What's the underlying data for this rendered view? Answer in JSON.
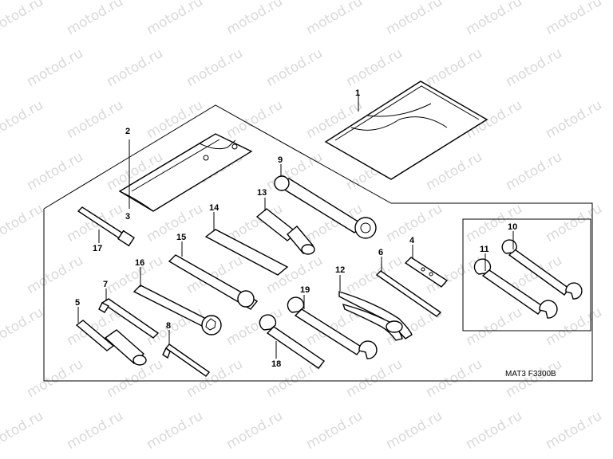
{
  "watermark": {
    "text": "motod.ru"
  },
  "diagram": {
    "code": "MAT3 F3300B",
    "callouts": {
      "c1": "1",
      "c2": "2",
      "c3": "3",
      "c4": "4",
      "c5": "5",
      "c6": "6",
      "c7": "7",
      "c8": "8",
      "c9": "9",
      "c10": "10",
      "c11": "11",
      "c12": "12",
      "c13": "13",
      "c14": "14",
      "c15": "15",
      "c16": "16",
      "c17": "17",
      "c18": "18",
      "c19": "19"
    }
  }
}
